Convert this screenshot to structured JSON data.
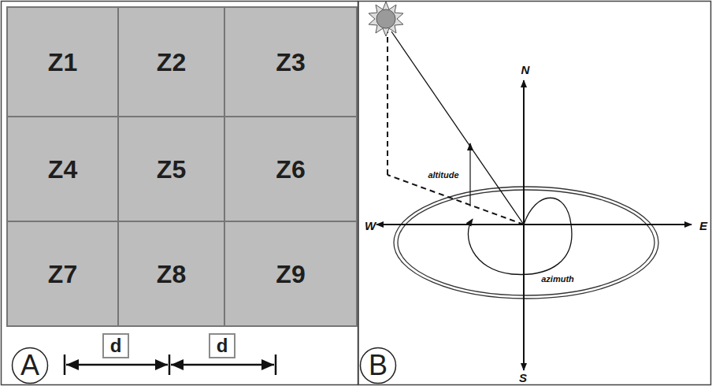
{
  "diagram": {
    "nodes": [
      {
        "text": [
          "Z1"
        ]
      },
      {
        "text": [
          "Z2"
        ]
      },
      {
        "text": [
          "Z3"
        ]
      },
      {
        "text": [
          "Z4"
        ]
      },
      {
        "text": [
          "Z5"
        ]
      },
      {
        "text": [
          "Z6"
        ]
      },
      {
        "text": [
          "Z7"
        ]
      },
      {
        "text": [
          "Z8"
        ]
      },
      {
        "text": [
          "Z9"
        ]
      },
      {
        "text": [
          "A"
        ]
      },
      {
        "text": [
          "d"
        ]
      },
      {
        "text": [
          "d"
        ]
      },
      {
        "text": [
          "B"
        ]
      }
    ],
    "labels": [
      "N",
      "W",
      "altitude",
      "E",
      "azimuth",
      "S"
    ]
  }
}
